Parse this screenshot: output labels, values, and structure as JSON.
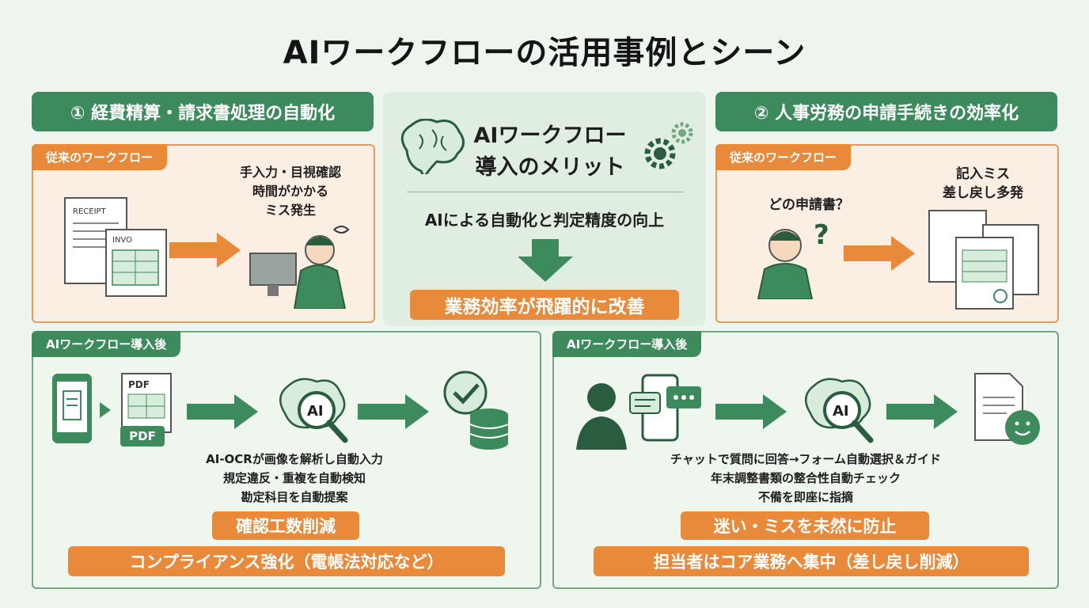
{
  "title": "AIワークフローの活用事例とシーン",
  "center": {
    "heading_line1": "AIワークフロー",
    "heading_line2": "導入のメリット",
    "subtitle": "AIによる自動化と判定精度の向上",
    "result": "業務効率が飛躍的に改善"
  },
  "case1": {
    "header": "① 経費精算・請求書処理の自動化",
    "before": {
      "tag": "従来のワークフロー",
      "receipt_label": "RECEIPT",
      "invoice_label": "INVO",
      "problems": [
        "手入力・目視確認",
        "時間がかかる",
        "ミス発生"
      ]
    },
    "after": {
      "tag": "AIワークフロー導入後",
      "pdf_label": "PDF",
      "pdf_badge": "PDF",
      "ai_label": "AI",
      "lines": [
        "AI-OCRが画像を解析し自動入力",
        "規定違反・重複を自動検知",
        "勘定科目を自動提案"
      ],
      "badge1": "確認工数削減",
      "badge2": "コンプライアンス強化（電帳法対応など）"
    }
  },
  "case2": {
    "header": "② 人事労務の申請手続きの効率化",
    "before": {
      "tag": "従来のワークフロー",
      "question": "どの申請書？",
      "problems": [
        "記入ミス",
        "差し戻し多発"
      ]
    },
    "after": {
      "tag": "AIワークフロー導入後",
      "ai_label": "AI",
      "lines": [
        "チャットで質問に回答→フォーム自動選択＆ガイド",
        "年末調整書類の整合性自動チェック",
        "不備を即座に指摘"
      ],
      "badge1": "迷い・ミスを未然に防止",
      "badge2": "担当者はコア業務へ集中（差し戻し削減）"
    }
  },
  "colors": {
    "green": "#3d8a5d",
    "orange": "#e9893a",
    "bg": "#eef5ee"
  }
}
